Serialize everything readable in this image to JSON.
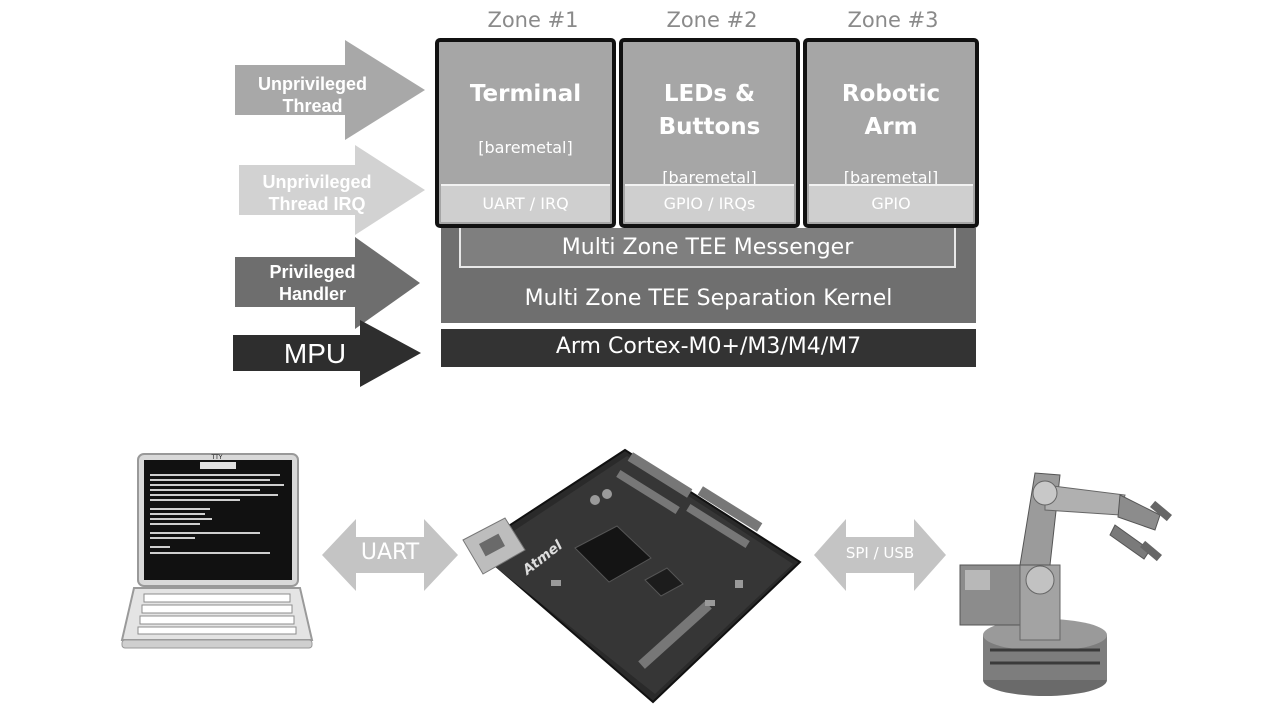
{
  "zones": [
    {
      "title": "Zone #1",
      "name": [
        "Terminal"
      ],
      "tag": "[baremetal]",
      "io": "UART / IRQ"
    },
    {
      "title": "Zone #2",
      "name": [
        "LEDs &",
        "Buttons"
      ],
      "tag": "[baremetal]",
      "io": "GPIO / IRQs"
    },
    {
      "title": "Zone #3",
      "name": [
        "Robotic",
        "Arm"
      ],
      "tag": "[baremetal]",
      "io": "GPIO"
    }
  ],
  "layers": {
    "messenger": "Multi Zone TEE Messenger",
    "kernel": "Multi Zone TEE Separation Kernel",
    "core": "Arm Cortex-M0+/M3/M4/M7"
  },
  "privilege_arrows": [
    {
      "lines": [
        "Unprivileged",
        "Thread"
      ],
      "color": "#a8a8a8"
    },
    {
      "lines": [
        "Unprivileged",
        "Thread IRQ"
      ],
      "color": "#d2d2d2"
    },
    {
      "lines": [
        "Privileged",
        "Handler"
      ],
      "color": "#6e6e6e"
    },
    {
      "lines": [
        "MPU"
      ],
      "color": "#2e2e2e"
    }
  ],
  "links": {
    "left": "UART",
    "right": "SPI / USB"
  },
  "devices": {
    "board_logo": "Atmel",
    "laptop_screen_title": "TTY"
  },
  "colors": {
    "zone_fill": "#a6a6a6",
    "messenger_fill": "#7f7f7f",
    "kernel_fill": "#6f6f6f",
    "core_fill": "#333333"
  }
}
